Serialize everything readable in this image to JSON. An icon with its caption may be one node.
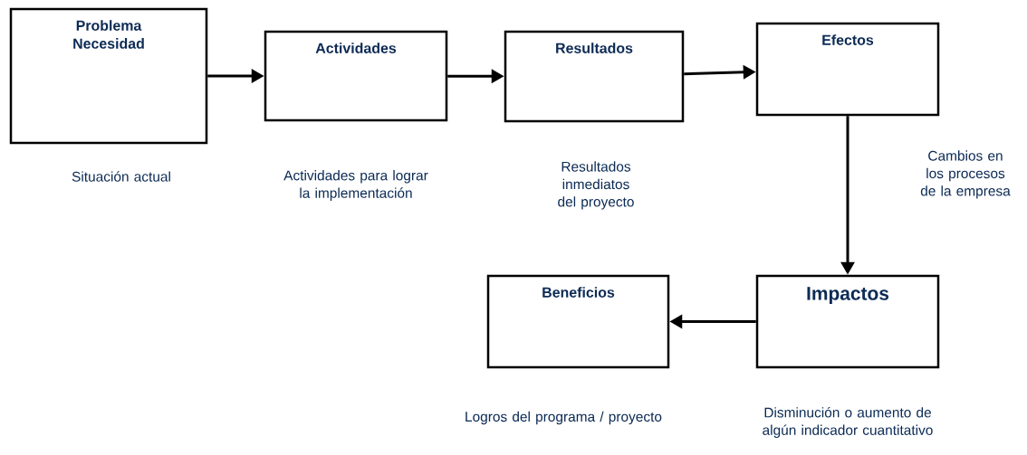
{
  "diagram": {
    "nodes": [
      {
        "text": [
          "Problema Necesidad"
        ],
        "beside": [
          "Situación actual"
        ]
      },
      {
        "text": [
          "Actividades"
        ],
        "beside": [
          "Actividades para lograr la implementación"
        ]
      },
      {
        "text": [
          "Resultados"
        ],
        "beside": [
          "Resultados inmediatos del proyecto"
        ]
      },
      {
        "text": [
          "Efectos"
        ],
        "beside": [
          "Cambios en los procesos de la empresa"
        ]
      },
      {
        "text": [
          "Impactos"
        ],
        "beside": [
          "Disminución o aumento de algún indicador cuantitativo"
        ]
      },
      {
        "text": [
          "Beneficios"
        ],
        "beside": [
          "Logros del programa / proyecto"
        ]
      }
    ],
    "edges": [
      {
        "from": 0,
        "to": 1,
        "arrow": "to"
      },
      {
        "from": 1,
        "to": 2,
        "arrow": "to"
      },
      {
        "from": 2,
        "to": 3,
        "arrow": "to"
      },
      {
        "from": 3,
        "to": 4,
        "arrow": "to"
      },
      {
        "from": 4,
        "to": 5,
        "arrow": "to"
      }
    ]
  }
}
